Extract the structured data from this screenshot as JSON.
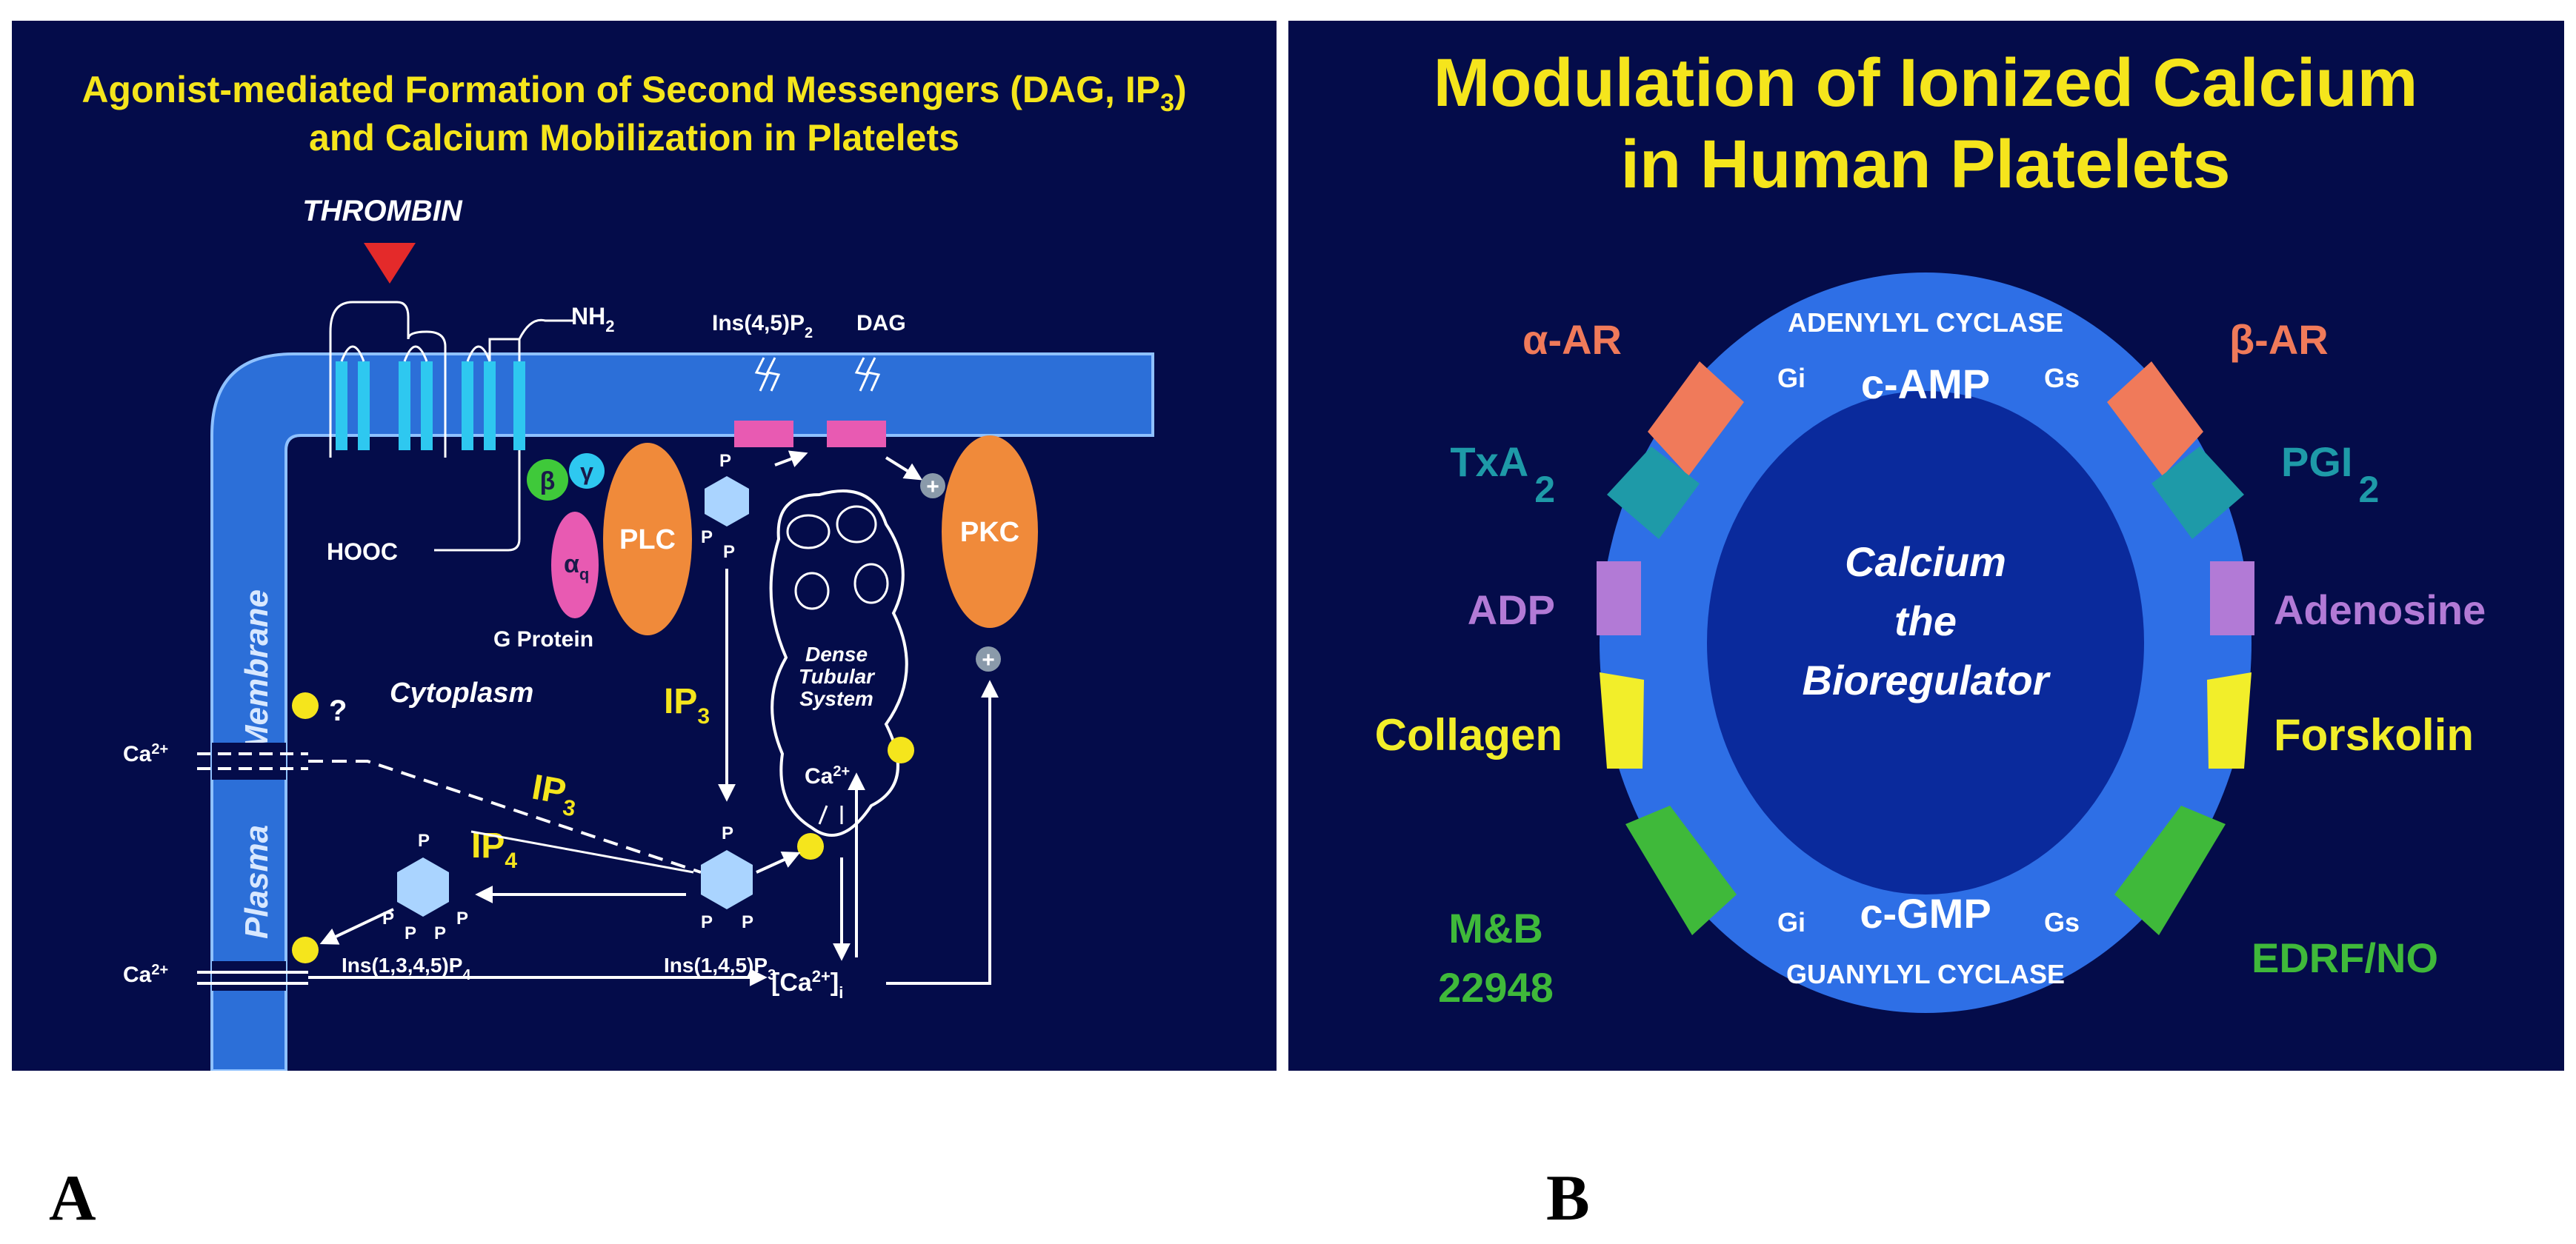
{
  "panel_a": {
    "title_line1": "Agonist-mediated Formation of Second Messengers (DAG, IP",
    "title_line1_sub": "3",
    "title_line1_end": ")",
    "title_line2": "and Calcium Mobilization in Platelets",
    "thrombin": "THROMBIN",
    "nh2": "NH",
    "nh2_sub": "2",
    "hooc": "HOOC",
    "beta": "β",
    "gamma": "γ",
    "alpha": "α",
    "alpha_sub": "q",
    "plc": "PLC",
    "g_protein": "G Protein",
    "pkc": "PKC",
    "ins45p2": "Ins(4,5)P",
    "ins45p2_sub": "2",
    "dag": "DAG",
    "membrane_label": "Plasma        Membrane",
    "cytoplasm": "Cytoplasm",
    "question": "?",
    "ca_in": "Ca",
    "ca_sup": "2+",
    "ip3_vertical": "IP",
    "ip3_sub": "3",
    "ip3_diag": "IP",
    "ip4": "IP",
    "ip4_sub": "4",
    "p": "P",
    "dense1": "Dense",
    "dense2": "Tubular",
    "dense3": "System",
    "ins1345p4": "Ins(1,3,4,5)P",
    "ins1345p4_sub": "4",
    "ins145p3": "Ins(1,4,5)P",
    "ins145p3_sub": "3",
    "ca_i": "[Ca",
    "ca_i_sup": "2+",
    "ca_i_end": "]",
    "ca_i_sub": "i",
    "plus": "+"
  },
  "panel_b": {
    "title_line1": "Modulation of Ionized Calcium",
    "title_line2": "in Human Platelets",
    "adenylyl": "ADENYLYL CYCLASE",
    "gi_top": "Gi",
    "gs_top": "Gs",
    "camp": "c-AMP",
    "center1": "Calcium",
    "center2": "the",
    "center3": "Bioregulator",
    "cgmp": "c-GMP",
    "gi_bottom": "Gi",
    "gs_bottom": "Gs",
    "guanylyl": "GUANYLYL CYCLASE",
    "left_labels": {
      "alpha_ar": "α-AR",
      "txa": "TxA",
      "txa_sub": "2",
      "adp": "ADP",
      "collagen": "Collagen",
      "mb1": "M&B",
      "mb2": "22948"
    },
    "right_labels": {
      "beta_ar": "β-AR",
      "pgi": "PGI",
      "pgi_sub": "2",
      "adenosine": "Adenosine",
      "forskolin": "Forskolin",
      "edrf": "EDRF/NO"
    },
    "colors": {
      "background": "#040c4a",
      "ring": "#2e6fe6",
      "center": "#0a2a9c",
      "title": "#f5e51c",
      "orange": "#f07a5a",
      "teal": "#1e9aa8",
      "violet": "#b27ad6",
      "yellow": "#f2ee2a",
      "green": "#3fb93a"
    }
  },
  "labels": {
    "a": "A",
    "b": "B"
  }
}
